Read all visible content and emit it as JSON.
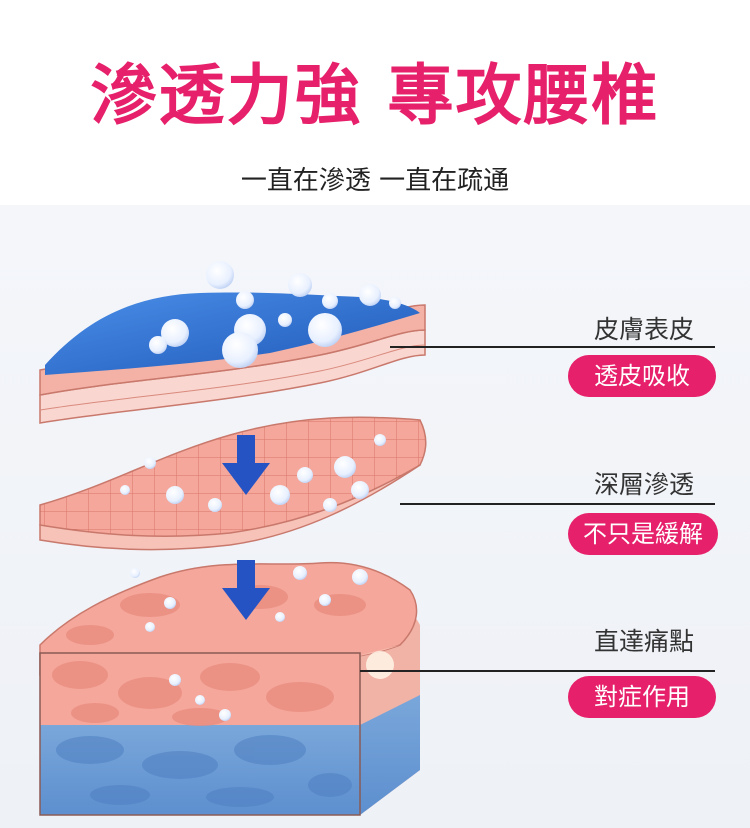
{
  "header": {
    "title": "滲透力強 專攻腰椎",
    "subtitle": "一直在滲透 一直在疏通"
  },
  "layers": [
    {
      "label": "皮膚表皮",
      "badge": "透皮吸收"
    },
    {
      "label": "深層滲透",
      "badge": "不只是緩解"
    },
    {
      "label": "直達痛點",
      "badge": "對症作用"
    }
  ],
  "colors": {
    "accent": "#e6206a",
    "skin": "#f4a79a",
    "gel_blue": "#2f6fd0",
    "arrow_blue": "#2553c4"
  }
}
